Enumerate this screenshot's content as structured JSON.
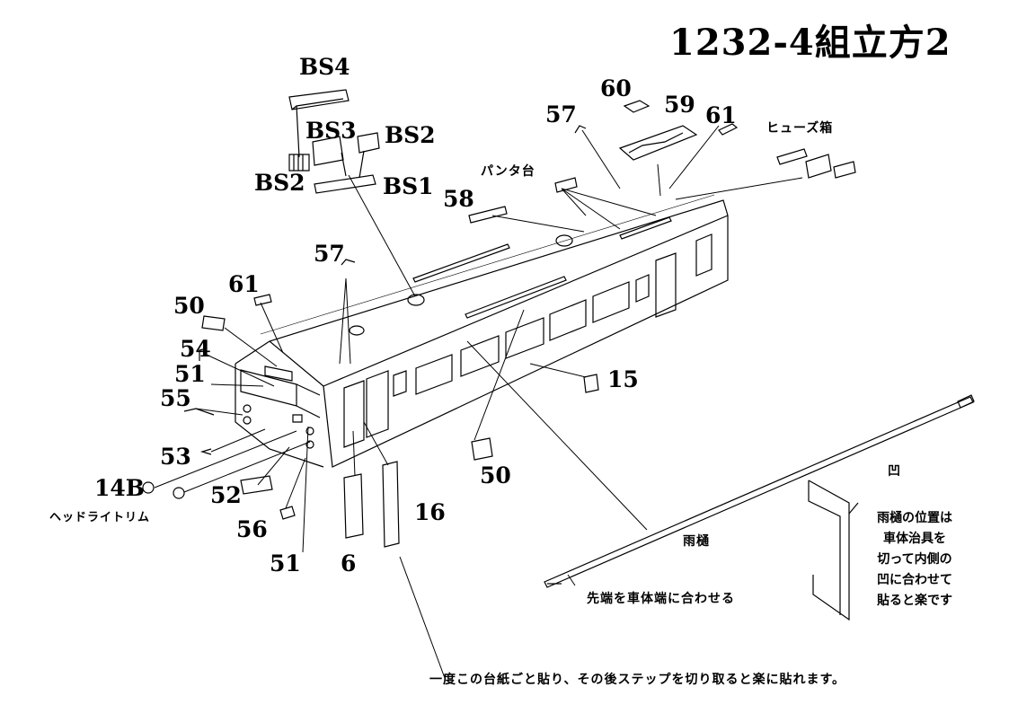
{
  "title": "1232-4組立方2",
  "parts": {
    "bs4": "BS4",
    "bs3": "BS3",
    "bs2_top": "BS2",
    "bs2_left": "BS2",
    "bs1": "BS1",
    "p57_top": "57",
    "p57_mid": "57",
    "p60": "60",
    "p59": "59",
    "p61_top": "61",
    "p61_left": "61",
    "p58": "58",
    "p50_left": "50",
    "p50_bottom": "50",
    "p54": "54",
    "p51_upper": "51",
    "p51_lower": "51",
    "p55": "55",
    "p53": "53",
    "p14b": "14B",
    "p52": "52",
    "p56": "56",
    "p6": "6",
    "p16": "16",
    "p15": "15"
  },
  "labels": {
    "pantograph_base": "パンタ台",
    "fuse_box": "ヒューズ箱",
    "headlight_trim": "ヘッドライトリム",
    "rain_gutter": "雨樋",
    "tip_align": "先端を車体端に合わせる",
    "recess": "凹"
  },
  "notes": {
    "gutter_position": [
      "雨樋の位置は",
      "車体治具を",
      "切って内側の",
      "凹に合わせて",
      "貼ると楽です"
    ],
    "step_tip": "一度この台紙ごと貼り、その後ステップを切り取ると楽に貼れます。"
  }
}
